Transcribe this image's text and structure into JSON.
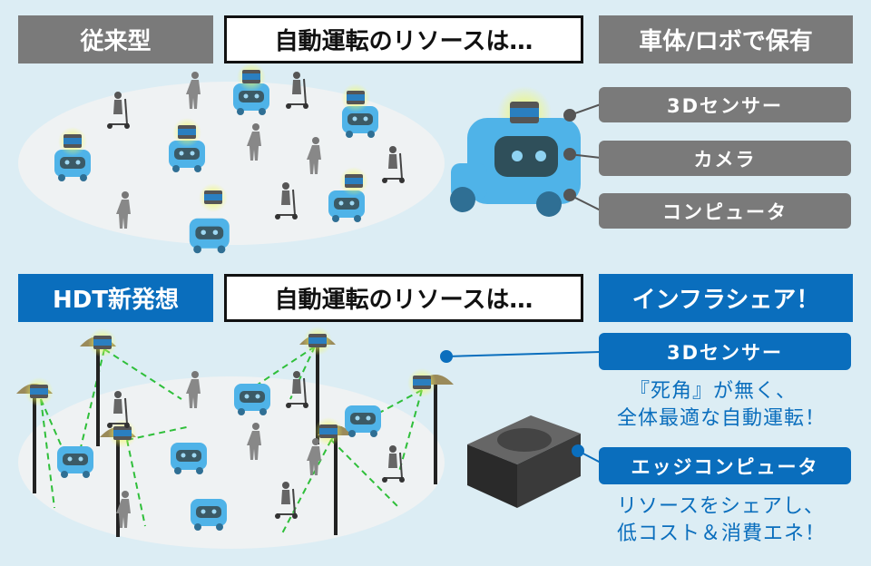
{
  "top": {
    "category_label": "従来型",
    "question_label": "自動運転のリソースは…",
    "answer_label": "車体/ロボで保有",
    "resources": [
      "3Dセンサー",
      "カメラ",
      "コンピュータ"
    ]
  },
  "bottom": {
    "category_label": "HDT新発想",
    "question_label": "自動運転のリソースは…",
    "answer_label": "インフラシェア！",
    "features": [
      {
        "title": "3Dセンサー",
        "desc_lines": [
          "『死角』が無く、",
          "全体最適な自動運転！"
        ]
      },
      {
        "title": "エッジコンピュータ",
        "desc_lines": [
          "リソースをシェアし、",
          "低コスト＆消費エネ！"
        ]
      }
    ]
  },
  "colors": {
    "background": "#dcedf4",
    "gray": "#7a7a7a",
    "blue": "#0a6ebd",
    "robot": "#4fb3e8",
    "laser": "#2fbf3a",
    "glow": "#eef56a"
  }
}
